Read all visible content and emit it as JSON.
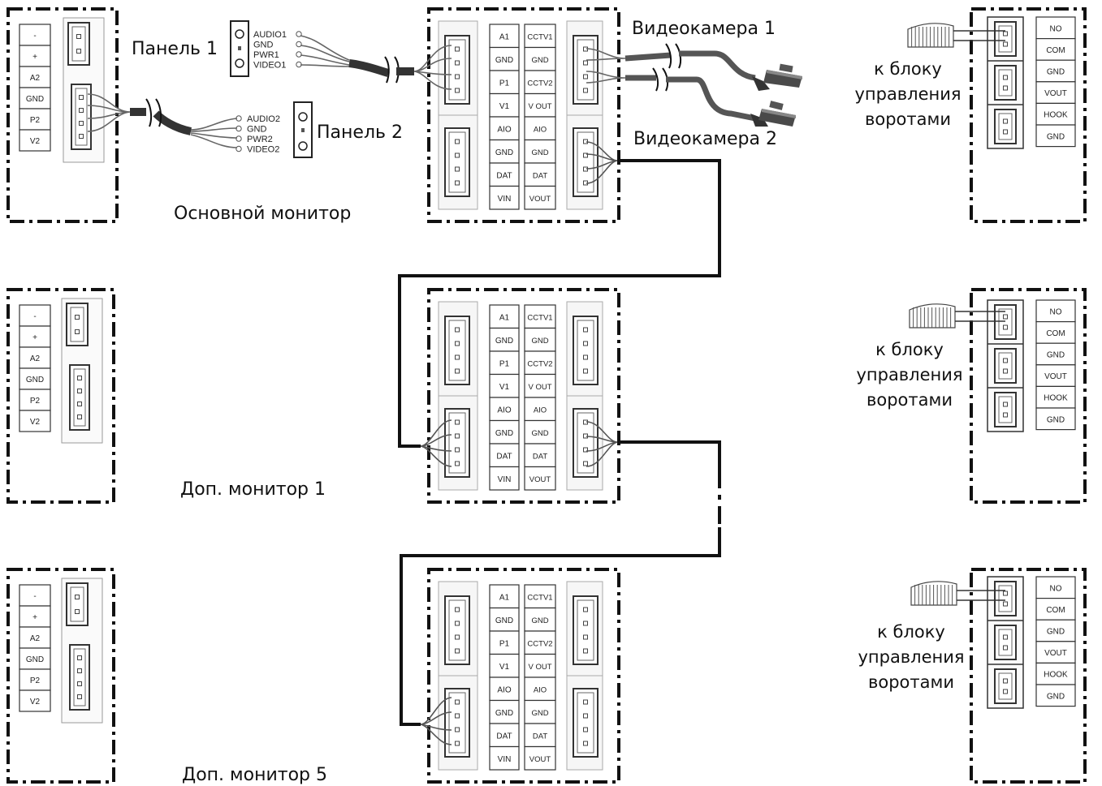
{
  "labels": {
    "panel1": "Панель 1",
    "panel2": "Панель 2",
    "camera1": "Видеокамера 1",
    "camera2": "Видеокамера 2",
    "main_monitor": "Основной монитор",
    "extra_monitor_1": "Доп. монитор 1",
    "extra_monitor_5": "Доп. монитор 5",
    "gate_line1": "к блоку",
    "gate_line2": "управления",
    "gate_line3": "воротами"
  },
  "panel1_wires": [
    "AUDIO1",
    "GND",
    "PWR1",
    "VIDEO1"
  ],
  "panel2_wires": [
    "AUDIO2",
    "GND",
    "PWR2",
    "VIDEO2"
  ],
  "monitor_left_main": [
    "-",
    "+",
    "A2",
    "GND",
    "P2",
    "V2"
  ],
  "monitor_left_extra1": [
    "-",
    "+",
    "A2",
    "GND",
    "P2",
    "V2"
  ],
  "monitor_left_extra5": [
    "-",
    "+",
    "A2",
    "GND",
    "P2",
    "V2"
  ],
  "term_col1": [
    "A1",
    "GND",
    "P1",
    "V1",
    "AIO",
    "GND",
    "DAT",
    "VIN"
  ],
  "term_col2": [
    "CCTV1",
    "GND",
    "CCTV2",
    "V OUT",
    "AIO",
    "GND",
    "DAT",
    "VOUT"
  ],
  "gate_terms": [
    "NO",
    "COM",
    "GND",
    "VOUT",
    "HOOK",
    "GND"
  ]
}
